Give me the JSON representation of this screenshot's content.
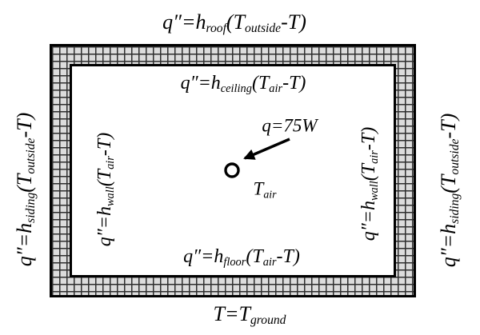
{
  "theme": {
    "ink": "#000000",
    "background": "#ffffff",
    "wall_fill": "#dcdcdc",
    "wall_grid_line": "#2e2e2e"
  },
  "heat_source": {
    "power_label_segments": [
      {
        "t": "q=75W"
      }
    ],
    "marker": "small-open-circle",
    "arrow_direction": "down-left"
  },
  "equations": {
    "roof": [
      {
        "t": "q″=h"
      },
      {
        "t": "roof",
        "sub": true
      },
      {
        "t": "(T"
      },
      {
        "t": "outside",
        "sub": true
      },
      {
        "t": "-T)"
      }
    ],
    "ceiling": [
      {
        "t": "q″=h"
      },
      {
        "t": "ceiling",
        "sub": true
      },
      {
        "t": "(T"
      },
      {
        "t": "air",
        "sub": true
      },
      {
        "t": "-T)"
      }
    ],
    "siding": [
      {
        "t": "q″=h"
      },
      {
        "t": "siding",
        "sub": true
      },
      {
        "t": "(T"
      },
      {
        "t": "outside",
        "sub": true
      },
      {
        "t": "-T)"
      }
    ],
    "wall": [
      {
        "t": "q″=h"
      },
      {
        "t": "wall",
        "sub": true
      },
      {
        "t": "(T"
      },
      {
        "t": "air",
        "sub": true
      },
      {
        "t": "-T)"
      }
    ],
    "floor": [
      {
        "t": "q″=h"
      },
      {
        "t": "floor",
        "sub": true
      },
      {
        "t": "(T"
      },
      {
        "t": "air",
        "sub": true
      },
      {
        "t": "-T)"
      }
    ],
    "ground": [
      {
        "t": "T=T"
      },
      {
        "t": "ground",
        "sub": true
      }
    ],
    "air_temperature": [
      {
        "t": "T"
      },
      {
        "t": "air",
        "sub": true
      }
    ]
  }
}
